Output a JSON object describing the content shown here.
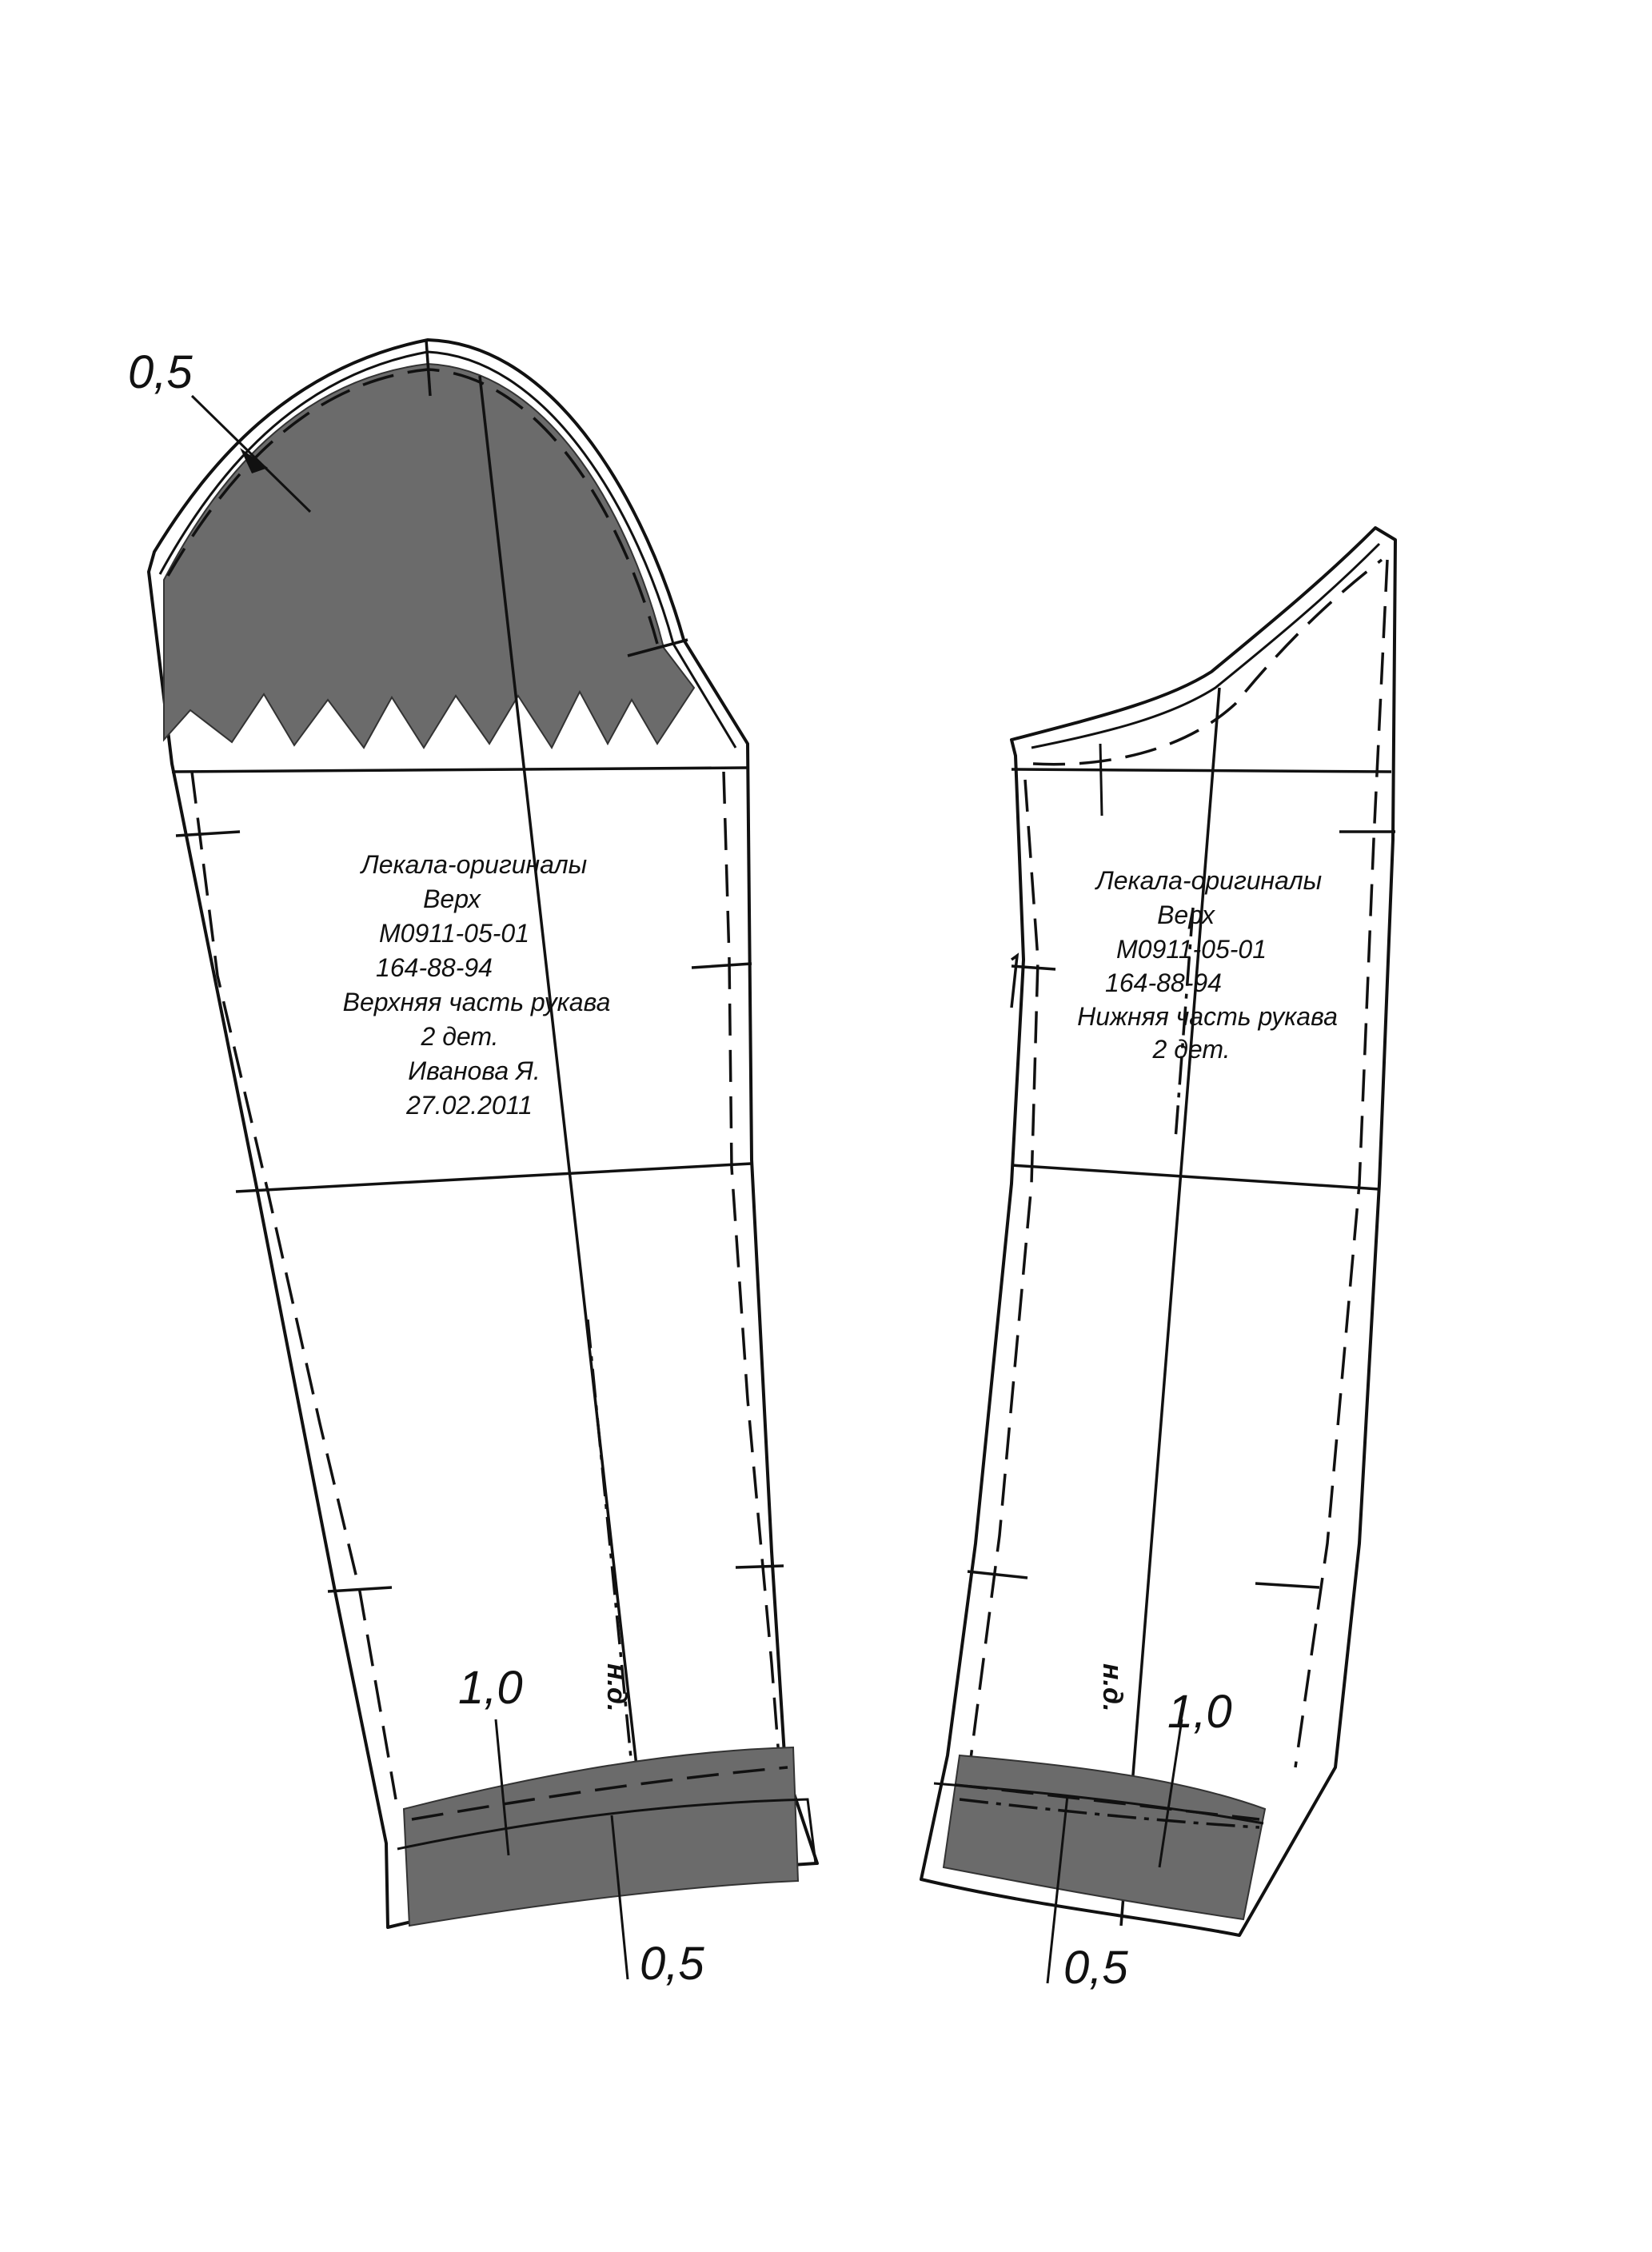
{
  "colors": {
    "line": "#111111",
    "shade": "#6b6b6b",
    "background": "#ffffff"
  },
  "dimensions": {
    "top_left": "0,5",
    "upper_hem": "1,0",
    "upper_bottom": "0,5",
    "lower_hem": "1,0",
    "lower_bottom": "0,5"
  },
  "upper_sleeve": {
    "lines": [
      "Лекала-оригиналы",
      "Верх",
      "М0911-05-01",
      "164-88-94",
      "Верхняя часть рукава",
      "2 дет.",
      "Иванова Я.",
      "27.02.2011"
    ],
    "grain": "н.д."
  },
  "lower_sleeve": {
    "lines": [
      "Лекала-оригиналы",
      "Верх",
      "М0911-05-01",
      "164-88-94",
      "Нижняя часть рукава",
      "2 дет."
    ],
    "grain": "н.д."
  }
}
